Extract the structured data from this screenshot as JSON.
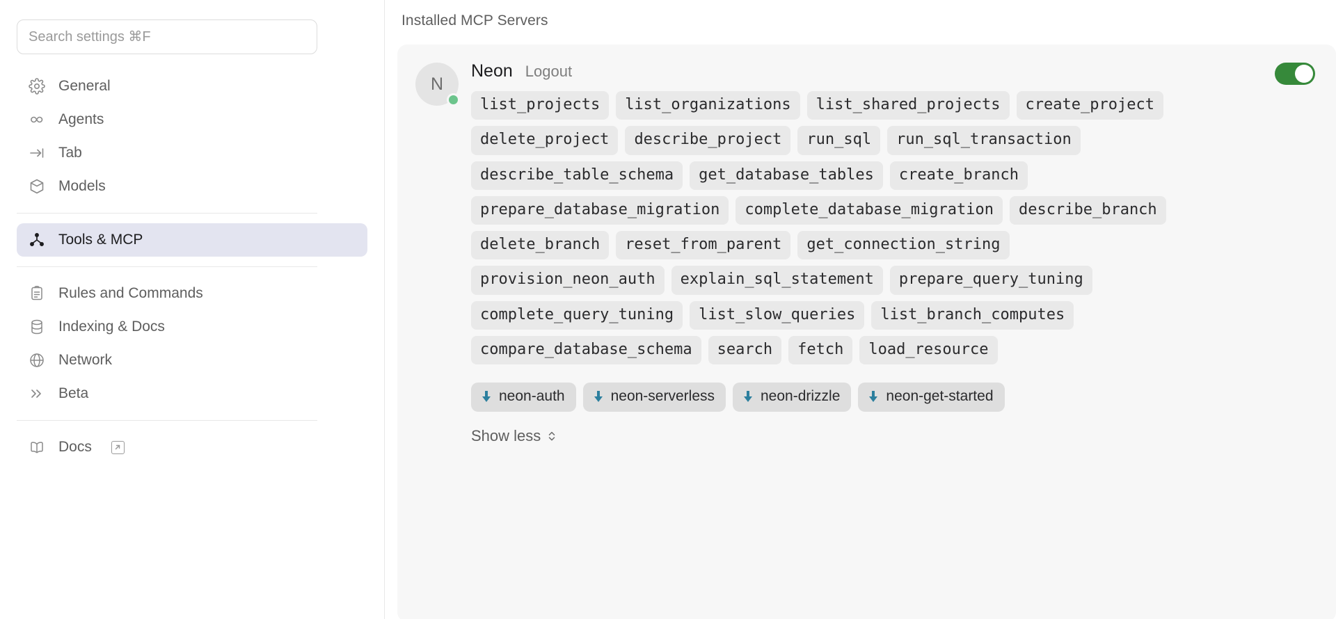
{
  "search": {
    "placeholder": "Search settings ⌘F",
    "value": ""
  },
  "sidebar": {
    "group_primary": [
      {
        "label": "General",
        "icon": "gear-icon",
        "selected": false
      },
      {
        "label": "Agents",
        "icon": "infinity-icon",
        "selected": false
      },
      {
        "label": "Tab",
        "icon": "tab-arrow-icon",
        "selected": false
      },
      {
        "label": "Models",
        "icon": "cube-icon",
        "selected": false
      }
    ],
    "group_selected": [
      {
        "label": "Tools & MCP",
        "icon": "tools-mcp-icon",
        "selected": true
      }
    ],
    "group_secondary": [
      {
        "label": "Rules and Commands",
        "icon": "clipboard-icon",
        "selected": false
      },
      {
        "label": "Indexing & Docs",
        "icon": "database-icon",
        "selected": false
      },
      {
        "label": "Network",
        "icon": "globe-icon",
        "selected": false
      },
      {
        "label": "Beta",
        "icon": "double-chevron-icon",
        "selected": false
      }
    ],
    "group_footer": [
      {
        "label": "Docs",
        "icon": "book-icon",
        "external": true,
        "selected": false
      }
    ]
  },
  "main": {
    "title": "Installed MCP Servers",
    "server": {
      "avatar_letter": "N",
      "name": "Neon",
      "logout_label": "Logout",
      "status": "connected",
      "enabled": true,
      "tools": [
        "list_projects",
        "list_organizations",
        "list_shared_projects",
        "create_project",
        "delete_project",
        "describe_project",
        "run_sql",
        "run_sql_transaction",
        "describe_table_schema",
        "get_database_tables",
        "create_branch",
        "prepare_database_migration",
        "complete_database_migration",
        "describe_branch",
        "delete_branch",
        "reset_from_parent",
        "get_connection_string",
        "provision_neon_auth",
        "explain_sql_statement",
        "prepare_query_tuning",
        "complete_query_tuning",
        "list_slow_queries",
        "list_branch_computes",
        "compare_database_schema",
        "search",
        "fetch",
        "load_resource"
      ],
      "resources": [
        "neon-auth",
        "neon-serverless",
        "neon-drizzle",
        "neon-get-started"
      ],
      "show_less_label": "Show less"
    }
  },
  "colors": {
    "accent_selected": "#e3e4f0",
    "toggle_on": "#36893a",
    "status_dot": "#6cc48c",
    "chip_bg": "#e9e9e9",
    "resource_chip_bg": "#dedede",
    "download_icon": "#2c7f9e"
  }
}
